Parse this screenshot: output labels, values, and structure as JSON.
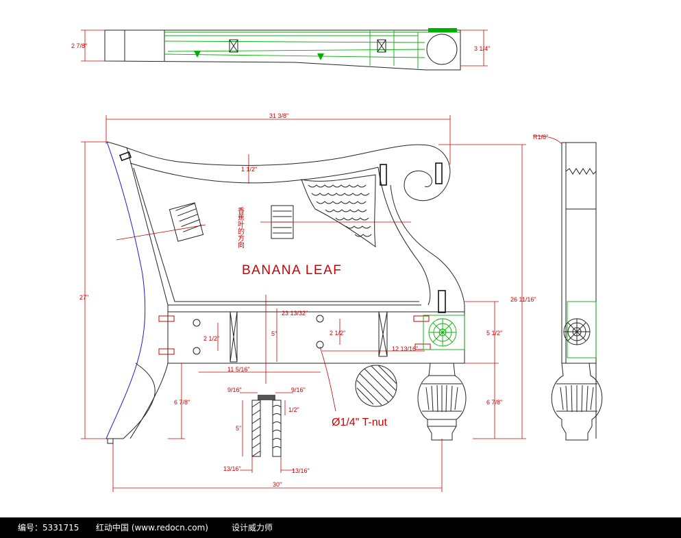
{
  "labels": {
    "main_title": "BANANA LEAF",
    "grain_note": "香蕉叶的方向",
    "tnut_note": "Ø1/4\" T-nut"
  },
  "dimensions": {
    "top_left_height": "2 7/8\"",
    "top_right_height": "3 1/4\"",
    "overall_width": "31 3/8\"",
    "back_rail_width": "1 1/2\"",
    "left_height": "27\"",
    "right_height": "26 11/16\"",
    "upper_rail": "23 13/32\"",
    "rail_height": "5\"",
    "hole_spacing_left": "2 1/2\"",
    "hole_spacing_right": "2 1/2\"",
    "rail_to_hole": "11 5/16\"",
    "right_hole_offset": "12 13/16\"",
    "rail_block_height": "5 1/2\"",
    "leg_height_left": "6 7/8\"",
    "leg_height_right": "6 7/8\"",
    "slat_top_left": "9/16\"",
    "slat_top_right": "9/16\"",
    "slat_notch": "1/2\"",
    "slat_height": "5\"",
    "slat_bottom_left": "13/16\"",
    "slat_bottom_right": "13/16\"",
    "base_width": "30\"",
    "side_radius": "R1/8\""
  },
  "footer": {
    "id_label": "编号：5331715",
    "site": "红动中国 (www.redocn.com)",
    "author": "设计威力师"
  }
}
